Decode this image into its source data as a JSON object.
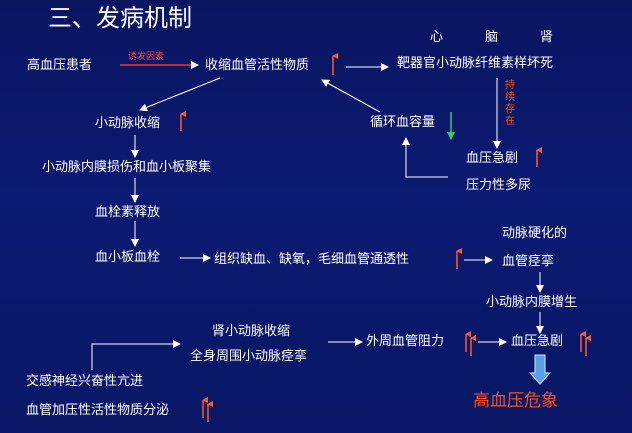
{
  "title": "三、发病机制",
  "nodes": {
    "patient": "高血压患者",
    "trigger": "诱发因素",
    "vasoactive": "收缩血管活性物质",
    "organs_heart": "心",
    "organs_brain": "脑",
    "organs_kidney": "肾",
    "target_organ": "靶器官小动脉纤维素样坏死",
    "persist": "持续存在",
    "arteriole_contract": "小动脉收缩",
    "circulating_volume": "循环血容量",
    "bp_surge_1": "血压急剧",
    "pressure_diuresis": "压力性多尿",
    "intima_injury": "小动脉内膜损伤和血小板聚集",
    "thromboxane": "血栓素释放",
    "platelet_thrombus": "血小板血栓",
    "ischemia": "组织缺血、缺氧，毛细血管通透性",
    "arteriosclerotic_1": "动脉硬化的",
    "arteriosclerotic_2": "血管痉挛",
    "intima_hyperplasia": "小动脉内膜增生",
    "renal_arteriole": "肾小动脉收缩",
    "systemic_spasm": "全身周围小动脉痉挛",
    "peripheral_resistance": "外周血管阻力",
    "bp_surge_2": "血压急剧",
    "sympathetic": "交感神经兴奋性亢进",
    "vasopressor": "血管加压性活性物质分泌",
    "crisis": "高血压危象"
  },
  "colors": {
    "background": "#0b1a72",
    "text": "#ffffff",
    "up_arrow": "#ff5a2a",
    "down_arrow": "#33cc66",
    "crisis_text": "#ff4a1a",
    "crisis_arrow": "#5aa0e6"
  }
}
